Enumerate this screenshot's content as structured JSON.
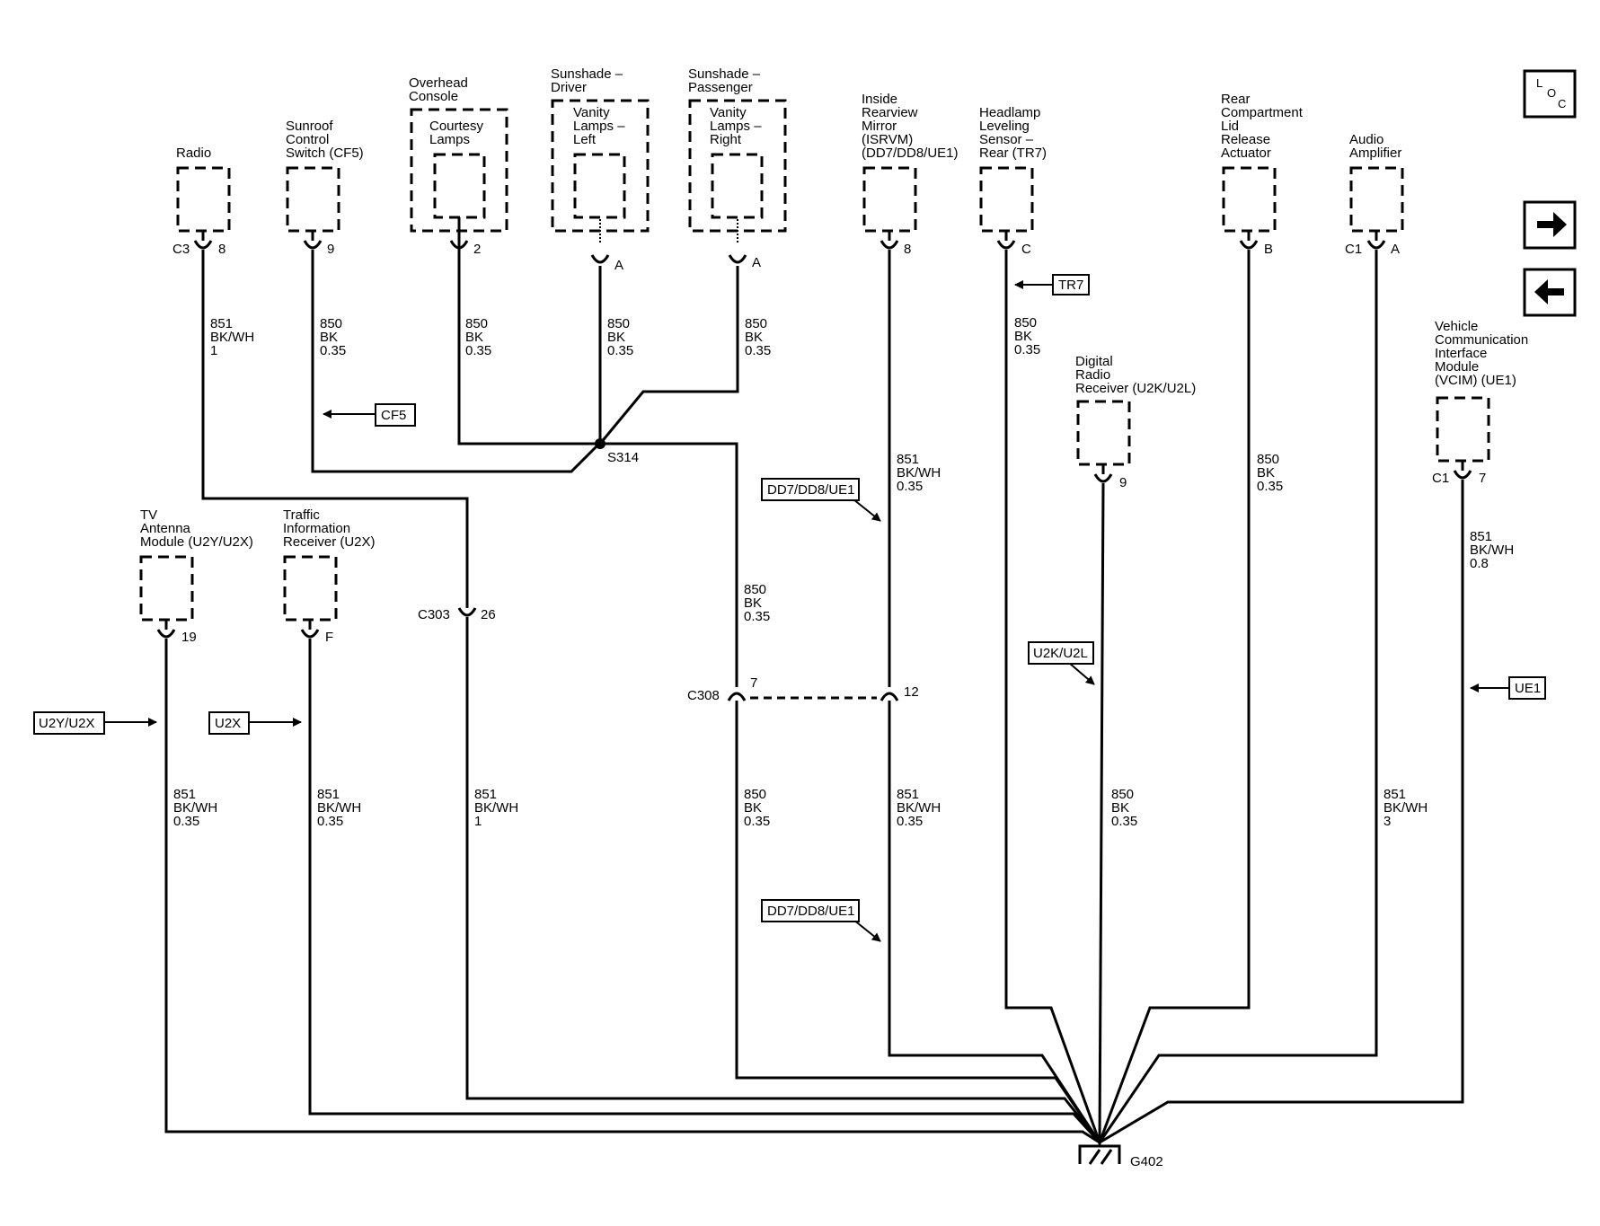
{
  "components": {
    "radio": [
      "Radio"
    ],
    "sunroof": [
      "Sunroof",
      "Control",
      "Switch (CF5)"
    ],
    "overhead": [
      "Overhead",
      "Console"
    ],
    "courtesy": [
      "Courtesy",
      "Lamps"
    ],
    "sunshade_driver": [
      "Sunshade –",
      "Driver"
    ],
    "vanity_left": [
      "Vanity",
      "Lamps –",
      "Left"
    ],
    "sunshade_passenger": [
      "Sunshade –",
      "Passenger"
    ],
    "vanity_right": [
      "Vanity",
      "Lamps –",
      "Right"
    ],
    "mirror": [
      "Inside",
      "Rearview",
      "Mirror",
      "(ISRVM)",
      "(DD7/DD8/UE1)"
    ],
    "headlamp": [
      "Headlamp",
      "Leveling",
      "Sensor –",
      "Rear (TR7)"
    ],
    "rear_lid": [
      "Rear",
      "Compartment",
      "Lid",
      "Release",
      "Actuator"
    ],
    "audio_amp": [
      "Audio",
      "Amplifier"
    ],
    "vcim": [
      "Vehicle",
      "Communication",
      "Interface",
      "Module",
      "(VCIM) (UE1)"
    ],
    "digital_radio": [
      "Digital",
      "Radio",
      "Receiver (U2K/U2L)"
    ],
    "tv_antenna": [
      "TV",
      "Antenna",
      "Module (U2Y/U2X)"
    ],
    "traffic": [
      "Traffic",
      "Information",
      "Receiver (U2X)"
    ]
  },
  "pins": {
    "radio_conn": "C3",
    "radio_pin": "8",
    "sunroof_pin": "9",
    "courtesy_pin": "2",
    "vanity_left_pin": "A",
    "vanity_right_pin": "A",
    "mirror_pin": "8",
    "headlamp_pin": "C",
    "rear_lid_pin": "B",
    "audio_conn": "C1",
    "audio_pin": "A",
    "vcim_conn": "C1",
    "vcim_pin": "7",
    "digital_radio_pin": "9",
    "tv_pin": "19",
    "traffic_pin": "F",
    "c303_conn": "C303",
    "c303_pin": "26",
    "c308_conn": "C308",
    "c308_pin_a": "7",
    "c308_pin_b": "12"
  },
  "wires": {
    "radio": [
      "851",
      "BK/WH",
      "1"
    ],
    "sunroof": [
      "850",
      "BK",
      "0.35"
    ],
    "courtesy": [
      "850",
      "BK",
      "0.35"
    ],
    "vanity_left": [
      "850",
      "BK",
      "0.35"
    ],
    "vanity_right": [
      "850",
      "BK",
      "0.35"
    ],
    "headlamp": [
      "850",
      "BK",
      "0.35"
    ],
    "mirror_upper": [
      "851",
      "BK/WH",
      "0.35"
    ],
    "rear_lid": [
      "850",
      "BK",
      "0.35"
    ],
    "vcim": [
      "851",
      "BK/WH",
      "0.8"
    ],
    "s314_down": [
      "850",
      "BK",
      "0.35"
    ],
    "tv": [
      "851",
      "BK/WH",
      "0.35"
    ],
    "traffic": [
      "851",
      "BK/WH",
      "0.35"
    ],
    "c303_down": [
      "851",
      "BK/WH",
      "1"
    ],
    "c308_down_a": [
      "850",
      "BK",
      "0.35"
    ],
    "c308_down_b": [
      "851",
      "BK/WH",
      "0.35"
    ],
    "digital_radio": [
      "850",
      "BK",
      "0.35"
    ],
    "audio_amp": [
      "851",
      "BK/WH",
      "3"
    ]
  },
  "splice": "S314",
  "ground": "G402",
  "option_tags": {
    "cf5": "CF5",
    "tr7": "TR7",
    "dd_upper": "DD7/DD8/UE1",
    "dd_lower": "DD7/DD8/UE1",
    "u2k": "U2K/U2L",
    "ue1": "UE1",
    "u2y": "U2Y/U2X",
    "u2x": "U2X"
  },
  "nav": {
    "loc_l": "L",
    "loc_o": "O",
    "loc_c": "C",
    "next_icon": "arrow-right-icon",
    "prev_icon": "arrow-left-icon"
  }
}
